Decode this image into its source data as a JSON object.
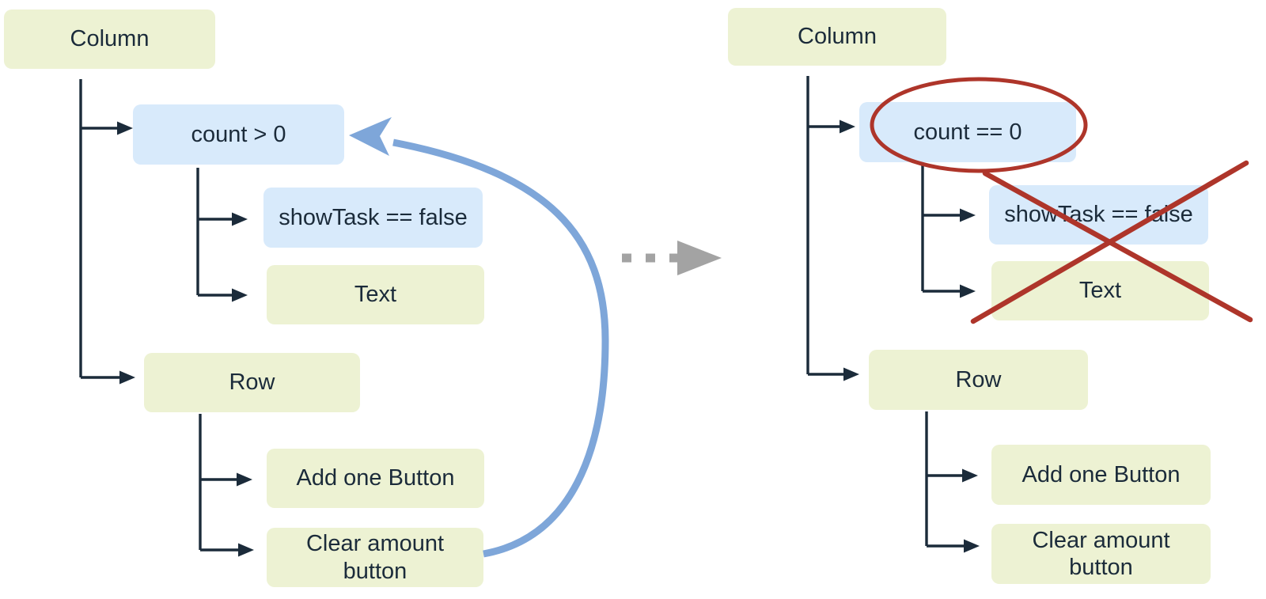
{
  "trees": {
    "left": {
      "column": "Column",
      "condition": "count > 0",
      "show_task": "showTask == false",
      "text": "Text",
      "row": "Row",
      "add_one_button": "Add one Button",
      "clear_amount_button": "Clear amount\nbutton"
    },
    "right": {
      "column": "Column",
      "condition": "count == 0",
      "show_task": "showTask == false",
      "text": "Text",
      "row": "Row",
      "add_one_button": "Add one Button",
      "clear_amount_button": "Clear amount\nbutton"
    }
  },
  "colors": {
    "background": "#ffffff",
    "node_green": "#edf2d3",
    "node_blue": "#d8eafb",
    "text_dark": "#1b2b3a",
    "connector": "#1b2b3a",
    "loop_arrow": "#7ea6d9",
    "transition_arrow": "#a3a3a3",
    "highlight_red": "#ae352a"
  }
}
